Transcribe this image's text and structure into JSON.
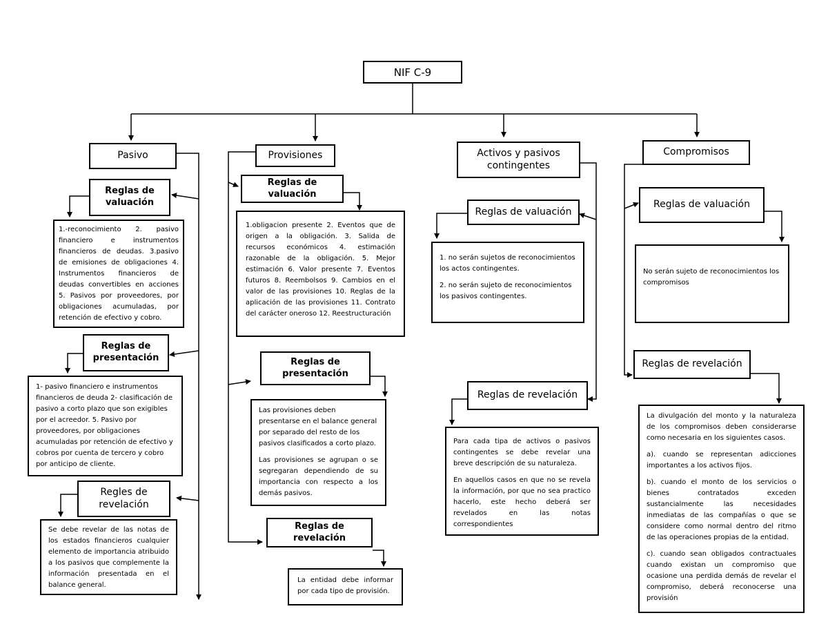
{
  "root": "NIF C-9",
  "columns": {
    "pasivo": {
      "title": "Pasivo",
      "valuacion": "Reglas de valuación",
      "valuacion_text": "1.-reconocimiento 2. pasivo financiero e instrumentos financieros de deudas. 3.pasivo de emisiones de obligaciones 4. Instrumentos financieros de deudas convertibles en acciones 5. Pasivos por proveedores, por obligaciones acumuladas, por retención de efectivo y cobro.",
      "presentacion": "Reglas de presentación",
      "presentacion_text": "1- pasivo financiero e instrumentos financieros de deuda 2- clasificación de pasivo a corto plazo que son exigibles por el acreedor. 5. Pasivo por proveedores, por obligaciones acumuladas por retención de efectivo y cobros por cuenta de tercero y cobro por anticipo de cliente.",
      "revelacion": "Regles de revelación",
      "revelacion_text": "Se debe revelar de las notas de los estados financieros cualquier elemento de importancia atribuido a los pasivos que complemente la información presentada en el balance general."
    },
    "provisiones": {
      "title": "Provisiones",
      "valuacion": "Reglas de valuación",
      "valuacion_text": "1.obligacion presente 2. Eventos que de origen a la obligación. 3. Salida de recursos económicos 4. estimación razonable de la obligación. 5. Mejor estimación 6. Valor presente 7. Eventos futuros 8. Reembolsos 9. Cambios en el valor de las provisiones 10. Reglas de la aplicación de las provisiones 11. Contrato del carácter oneroso 12. Reestructuración",
      "presentacion": "Reglas de presentación",
      "presentacion_p1": "Las provisiones deben presentarse en el balance general por separado del resto de los pasivos clasificados a corto plazo.",
      "presentacion_p2": "Las provisiones se agrupan o se segregaran dependiendo de su importancia con respecto a los demás pasivos.",
      "revelacion": "Reglas de revelación",
      "revelacion_text": "La entidad debe informar por cada tipo de provisión."
    },
    "activos": {
      "title": "Activos y pasivos contingentes",
      "valuacion": "Reglas de valuación",
      "valuacion_p1": "1. no serán sujetos de reconocimientos los actos contingentes.",
      "valuacion_p2": "2. no serán sujeto de reconocimientos los pasivos contingentes.",
      "revelacion": "Reglas de revelación",
      "revelacion_p1": "Para cada tipa de activos o pasivos contingentes se debe revelar una breve descripción de su naturaleza.",
      "revelacion_p2": "En aquellos casos en que no se revela la información, por que no sea practico hacerlo, este hecho deberá ser revelados en las notas correspondientes"
    },
    "compromisos": {
      "title": "Compromisos",
      "valuacion": "Reglas de valuación",
      "valuacion_text": "No serán sujeto de reconocimientos los compromisos",
      "revelacion": "Reglas de revelación",
      "revelacion_p1": "La divulgación del monto y la naturaleza de los compromisos deben considerarse como necesaria en los siguientes casos.",
      "revelacion_p2": "a). cuando se representan adicciones importantes a los activos fijos.",
      "revelacion_p3": "b). cuando el monto de los servicios o bienes contratados exceden sustancialmente las necesidades inmediatas de las compañías o que se considere como normal dentro del ritmo de las operaciones propias de la entidad.",
      "revelacion_p4": "c). cuando sean obligados contractuales cuando existan un compromiso que ocasione una perdida demás de revelar el compromiso, deberá reconocerse una provisión"
    }
  }
}
